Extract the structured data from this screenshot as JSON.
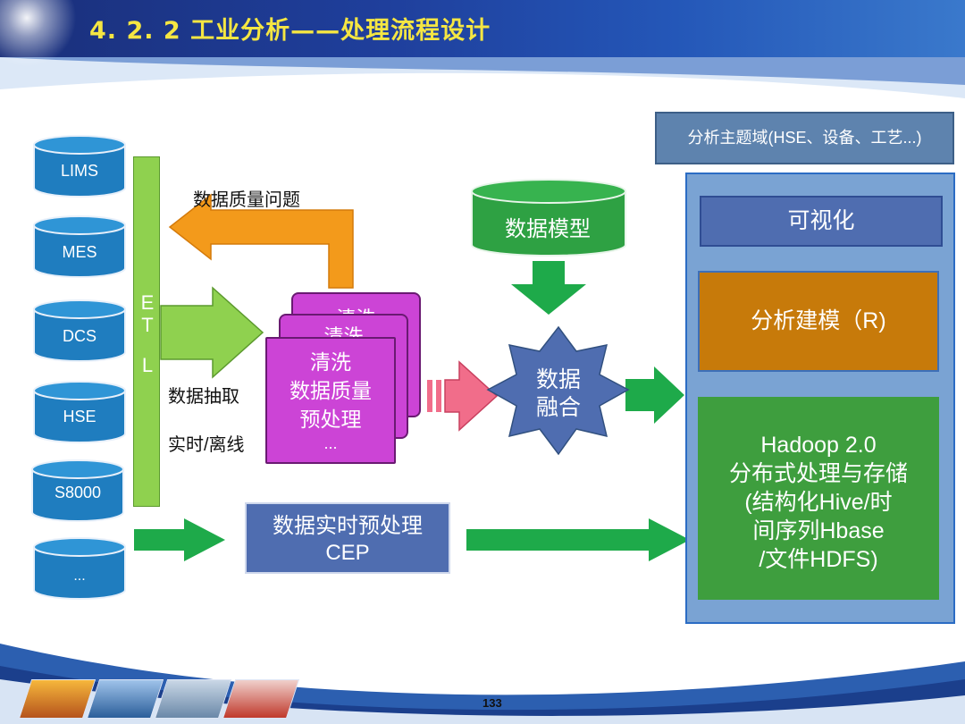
{
  "title": "4. 2. 2  工业分析——处理流程设计",
  "page_number": "133",
  "sources": [
    "LIMS",
    "MES",
    "DCS",
    "HSE",
    "S8000",
    "..."
  ],
  "etl_letters": [
    "E",
    "T",
    "L"
  ],
  "labels": {
    "quality_issue": "数据质量问题",
    "extract": "数据抽取",
    "realtime_offline": "实时/离线"
  },
  "cleaning": {
    "back_label": "清洗",
    "lines": [
      "清洗",
      "数据质量",
      "预处理",
      "..."
    ]
  },
  "cep": [
    "数据实时预处理",
    "CEP"
  ],
  "model": "数据模型",
  "fusion": [
    "数据",
    "融合"
  ],
  "domain": "分析主题域(HSE、设备、工艺...)",
  "visualization": "可视化",
  "analysis_modeling": "分析建模（R)",
  "hadoop": [
    "Hadoop  2.0",
    "分布式处理与存储",
    "(结构化Hive/时",
    "间序列Hbase",
    "/文件HDFS)"
  ],
  "colors": {
    "title_yellow": "#f5e642",
    "cylinder_blue": "#1f7dbf",
    "etl_green": "#8fd14f",
    "arrow_orange": "#f39a1b",
    "arrow_green": "#1eaa4a",
    "clean_magenta": "#cc44d6",
    "pink_arrow": "#f16d8a",
    "slate_blue": "#4f6db0",
    "model_orange": "#c77a0a",
    "hadoop_green": "#3e9e3e",
    "model_cylinder_green": "#2ea143"
  }
}
